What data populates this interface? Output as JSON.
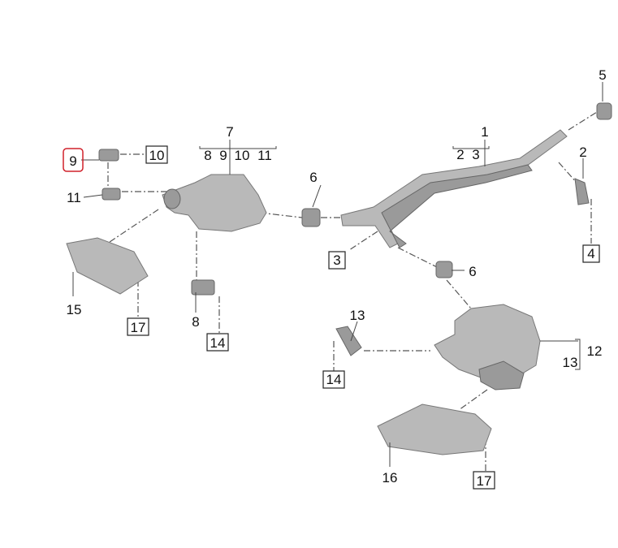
{
  "diagram": {
    "highlight_color": "#d0202a",
    "callouts": {
      "c1": "1",
      "c2": "2",
      "c3": "3",
      "c2b": "2",
      "c3b": "3",
      "c4": "4",
      "c5": "5",
      "c6a": "6",
      "c6b": "6",
      "c7": "7",
      "c8a": "8",
      "c9a": "9",
      "c10a": "10",
      "c11a": "11",
      "c9": "9",
      "c10": "10",
      "c11": "11",
      "c8": "8",
      "c12": "12",
      "c13a": "13",
      "c13b": "13",
      "c14a": "14",
      "c14b": "14",
      "c15": "15",
      "c16": "16",
      "c17a": "17",
      "c17b": "17"
    }
  }
}
